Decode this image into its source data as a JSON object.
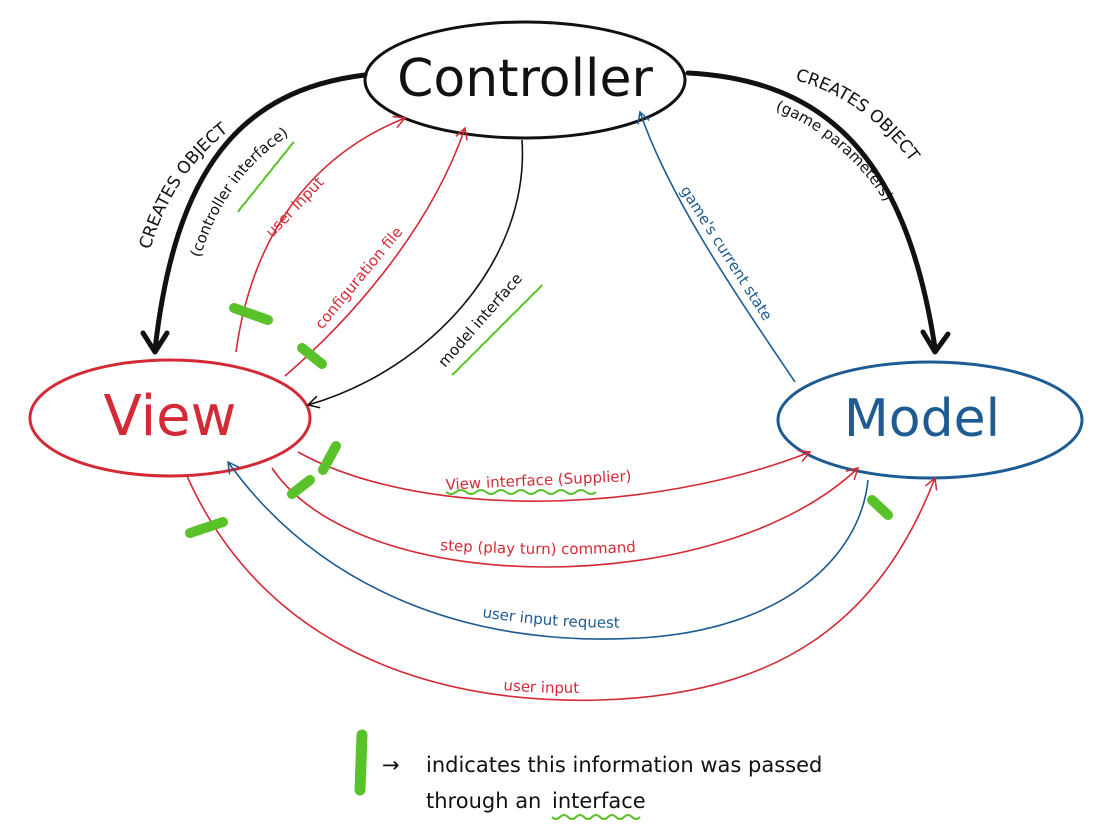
{
  "nodes": {
    "controller": {
      "label": "Controller"
    },
    "view": {
      "label": "View"
    },
    "model": {
      "label": "Model"
    }
  },
  "edges": {
    "creates_view": {
      "label": "CREATES OBJECT",
      "sublabel": "(controller interface)"
    },
    "creates_model": {
      "label": "CREATES OBJECT",
      "sublabel": "(game parameters)"
    },
    "user_input_to_controller": {
      "label": "user input"
    },
    "configuration_file": {
      "label": "configuration file"
    },
    "model_interface": {
      "label": "model interface"
    },
    "games_current_state": {
      "label": "game's current state"
    },
    "view_interface_supplier": {
      "label": "View interface (Supplier)"
    },
    "step_command": {
      "label": "step (play turn) command"
    },
    "user_input_request": {
      "label": "user input request"
    },
    "user_input_to_model": {
      "label": "user input"
    }
  },
  "legend": {
    "arrow": "→",
    "line1": "indicates this information was passed",
    "line2_prefix": "through an",
    "line2_emphasis": "interface"
  },
  "colors": {
    "black": "#111111",
    "red": "#d42a36",
    "blue": "#1d5b92",
    "green": "#59c22a"
  }
}
